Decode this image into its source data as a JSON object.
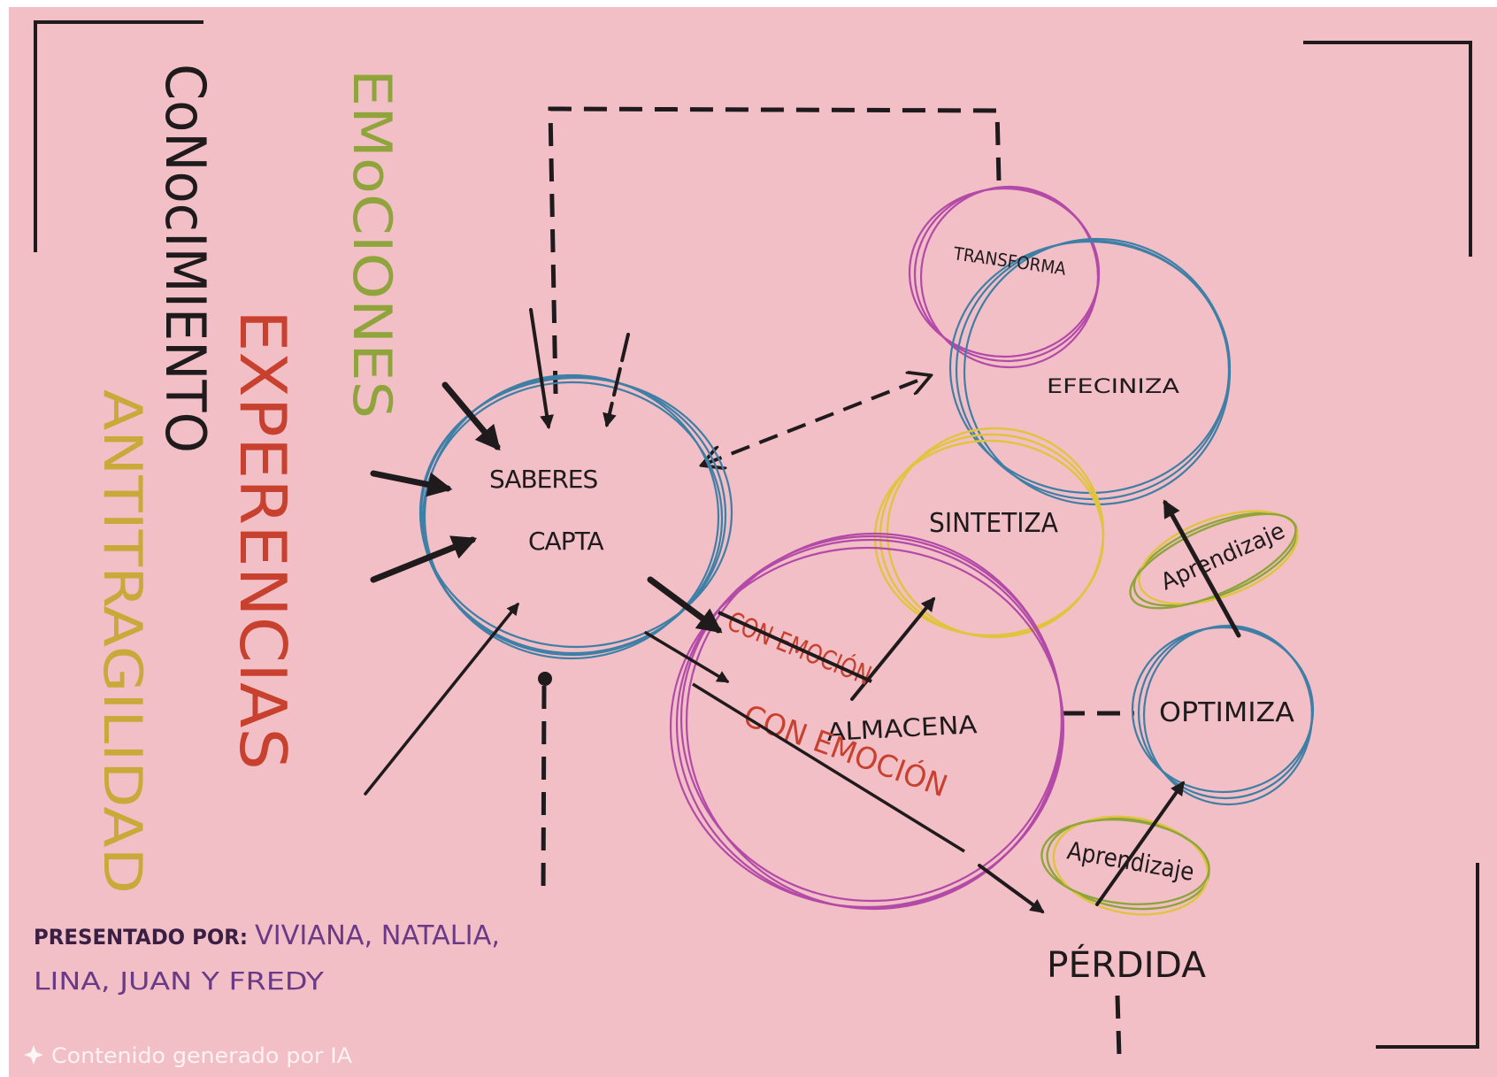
{
  "side_words": {
    "conocimiento": "CoNocIMIENTO",
    "emociones": "EMoCIONES",
    "experiencias": "EXPERENCIAS",
    "antitragilidad": "ANTITRAGILIDAD"
  },
  "nodes": {
    "saberes": "SABERES",
    "capta": "CAPTA",
    "transforma": "TRANSFORMA",
    "efeciniza": "EFECINIZA",
    "sintetiza": "SINTETIZA",
    "almacena": "ALMACENA",
    "optimiza": "OPTIMIZA",
    "aprendizaje_upper": "Aprendizaje",
    "aprendizaje_lower": "Aprendizaje",
    "perdida": "PÉRDIDA"
  },
  "annotations": {
    "con_emocion_1": "CON EMOCIÓN",
    "con_emocion_2": "CON EMOCIÓN"
  },
  "credits": {
    "label": "PRESENTADO POR:",
    "names_line1": "VIVIANA, NATALIA,",
    "names_line2": "LINA, JUAN Y FREDY"
  },
  "watermark": {
    "icon": "sparkle-icon",
    "text": "Contenido generado por IA"
  },
  "colors": {
    "paper": "#f2bfc6",
    "ink": "#1f1a1c",
    "blue": "#3f7fa6",
    "magenta": "#b34aa8",
    "yellow": "#e0c43e",
    "green": "#8fa53c",
    "red": "#c8412f",
    "olive_yellow": "#c9a93a",
    "purple": "#6b3a86"
  }
}
